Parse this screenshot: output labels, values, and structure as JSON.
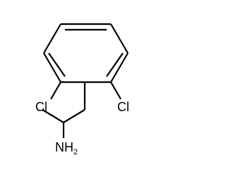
{
  "molecule": {
    "atoms": {
      "cl_left": "Cl",
      "cl_right": "Cl",
      "amine_symbol": "NH",
      "amine_subscript": "2"
    }
  }
}
